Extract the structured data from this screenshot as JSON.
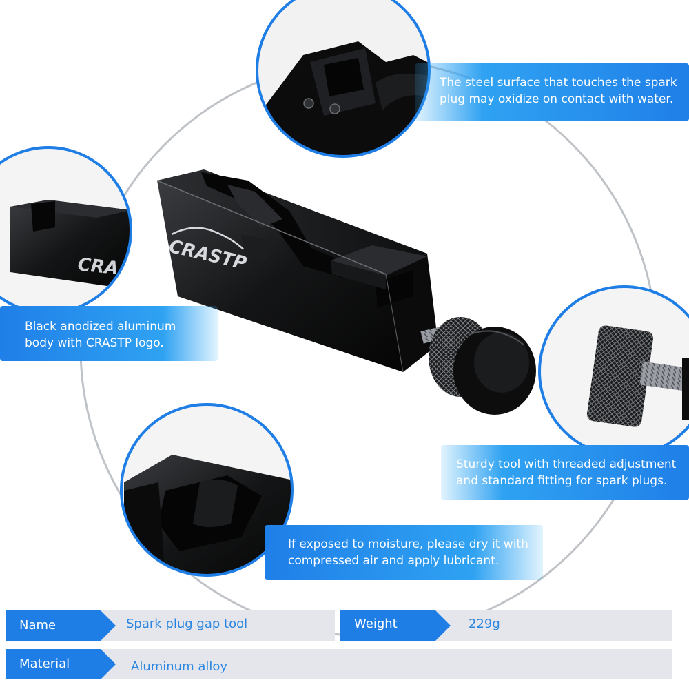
{
  "brand": {
    "logo_text": "CRASTP"
  },
  "callouts": {
    "steel_surface": {
      "line1": "The steel surface that touches the spark",
      "line2": "plug may oxidize on contact with water."
    },
    "body": {
      "line1": "Black anodized aluminum",
      "line2": "body with CRASTP logo."
    },
    "adjustment": {
      "line1": "Sturdy tool with threaded adjustment",
      "line2": "and standard fitting for spark plugs."
    },
    "moisture": {
      "line1": "If exposed to moisture, please dry it with",
      "line2": "compressed air and apply lubricant."
    }
  },
  "specs": {
    "name": {
      "label": "Name",
      "value": "Spark plug gap tool"
    },
    "weight": {
      "label": "Weight",
      "value": "229g"
    },
    "material": {
      "label": "Material",
      "value": "Aluminum alloy"
    }
  },
  "colors": {
    "accent_blue": "#1e7ee6",
    "spec_row_bg": "#e4e6ec",
    "text_blue": "#2a86e0",
    "ring_gray": "#bfc3c8"
  },
  "icons": [
    "knurled-knob-icon",
    "logo-car-silhouette-icon"
  ]
}
